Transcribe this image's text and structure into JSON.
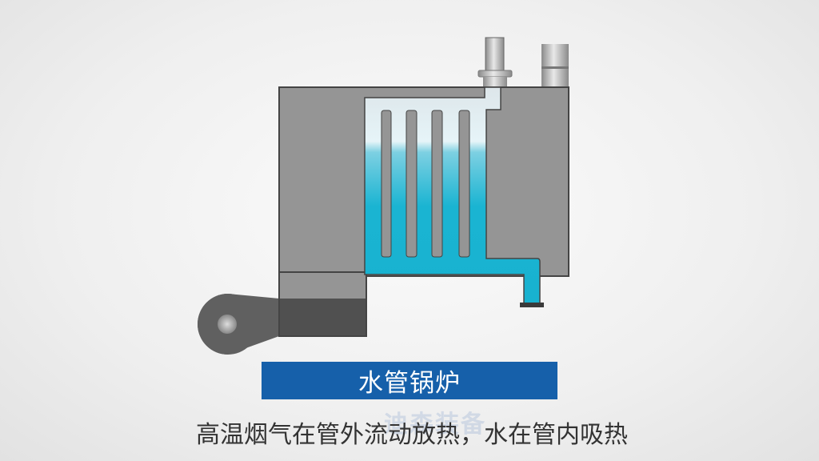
{
  "diagram": {
    "title": "水管锅炉",
    "caption": "高温烟气在管外流动放热，水在管内吸热",
    "watermark": "迪森装备",
    "colors": {
      "title_bar": "#1660aa",
      "water": "#1ab4d2",
      "body": "#959595",
      "body_dark": "#505050"
    }
  }
}
